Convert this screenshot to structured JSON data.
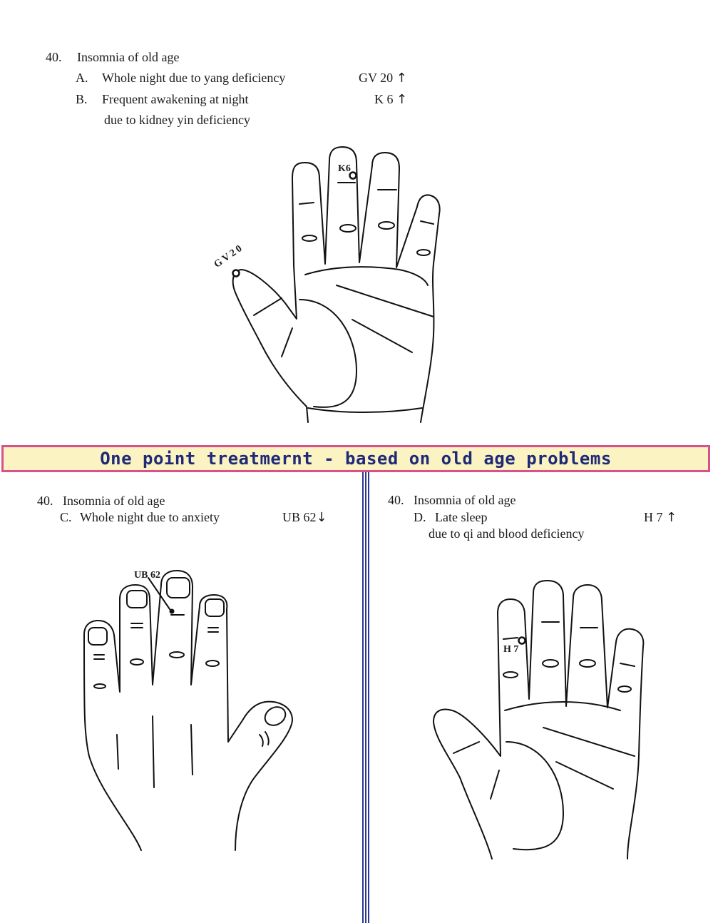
{
  "top_section": {
    "number": "40.",
    "title": "Insomnia of old age",
    "items": [
      {
        "letter": "A.",
        "text": "Whole night due to yang deficiency",
        "point": "GV 20",
        "arrow": "↑"
      },
      {
        "letter": "B.",
        "text": "Frequent awakening at night",
        "text2": "due to kidney yin deficiency",
        "point": "K 6",
        "arrow": "↑"
      }
    ],
    "hand_labels": {
      "gv20": "GV20",
      "k6": "K6"
    }
  },
  "banner": {
    "text": "One point treatmernt - based on old age problems",
    "bg_color": "#fbf3c2",
    "border_color": "#d8528a",
    "text_color": "#1e2a78"
  },
  "left_section": {
    "number": "40.",
    "title": "Insomnia of old age",
    "letter": "C.",
    "text": "Whole night due to anxiety",
    "point": "UB 62",
    "arrow": "↓",
    "hand_label": "UB 62"
  },
  "right_section": {
    "number": "40.",
    "title": "Insomnia of old age",
    "letter": "D.",
    "text": "Late sleep",
    "text2": "due to qi and blood deficiency",
    "point": "H 7",
    "arrow": "↑",
    "hand_label": "H 7"
  },
  "divider_color": "#2b3a8c"
}
